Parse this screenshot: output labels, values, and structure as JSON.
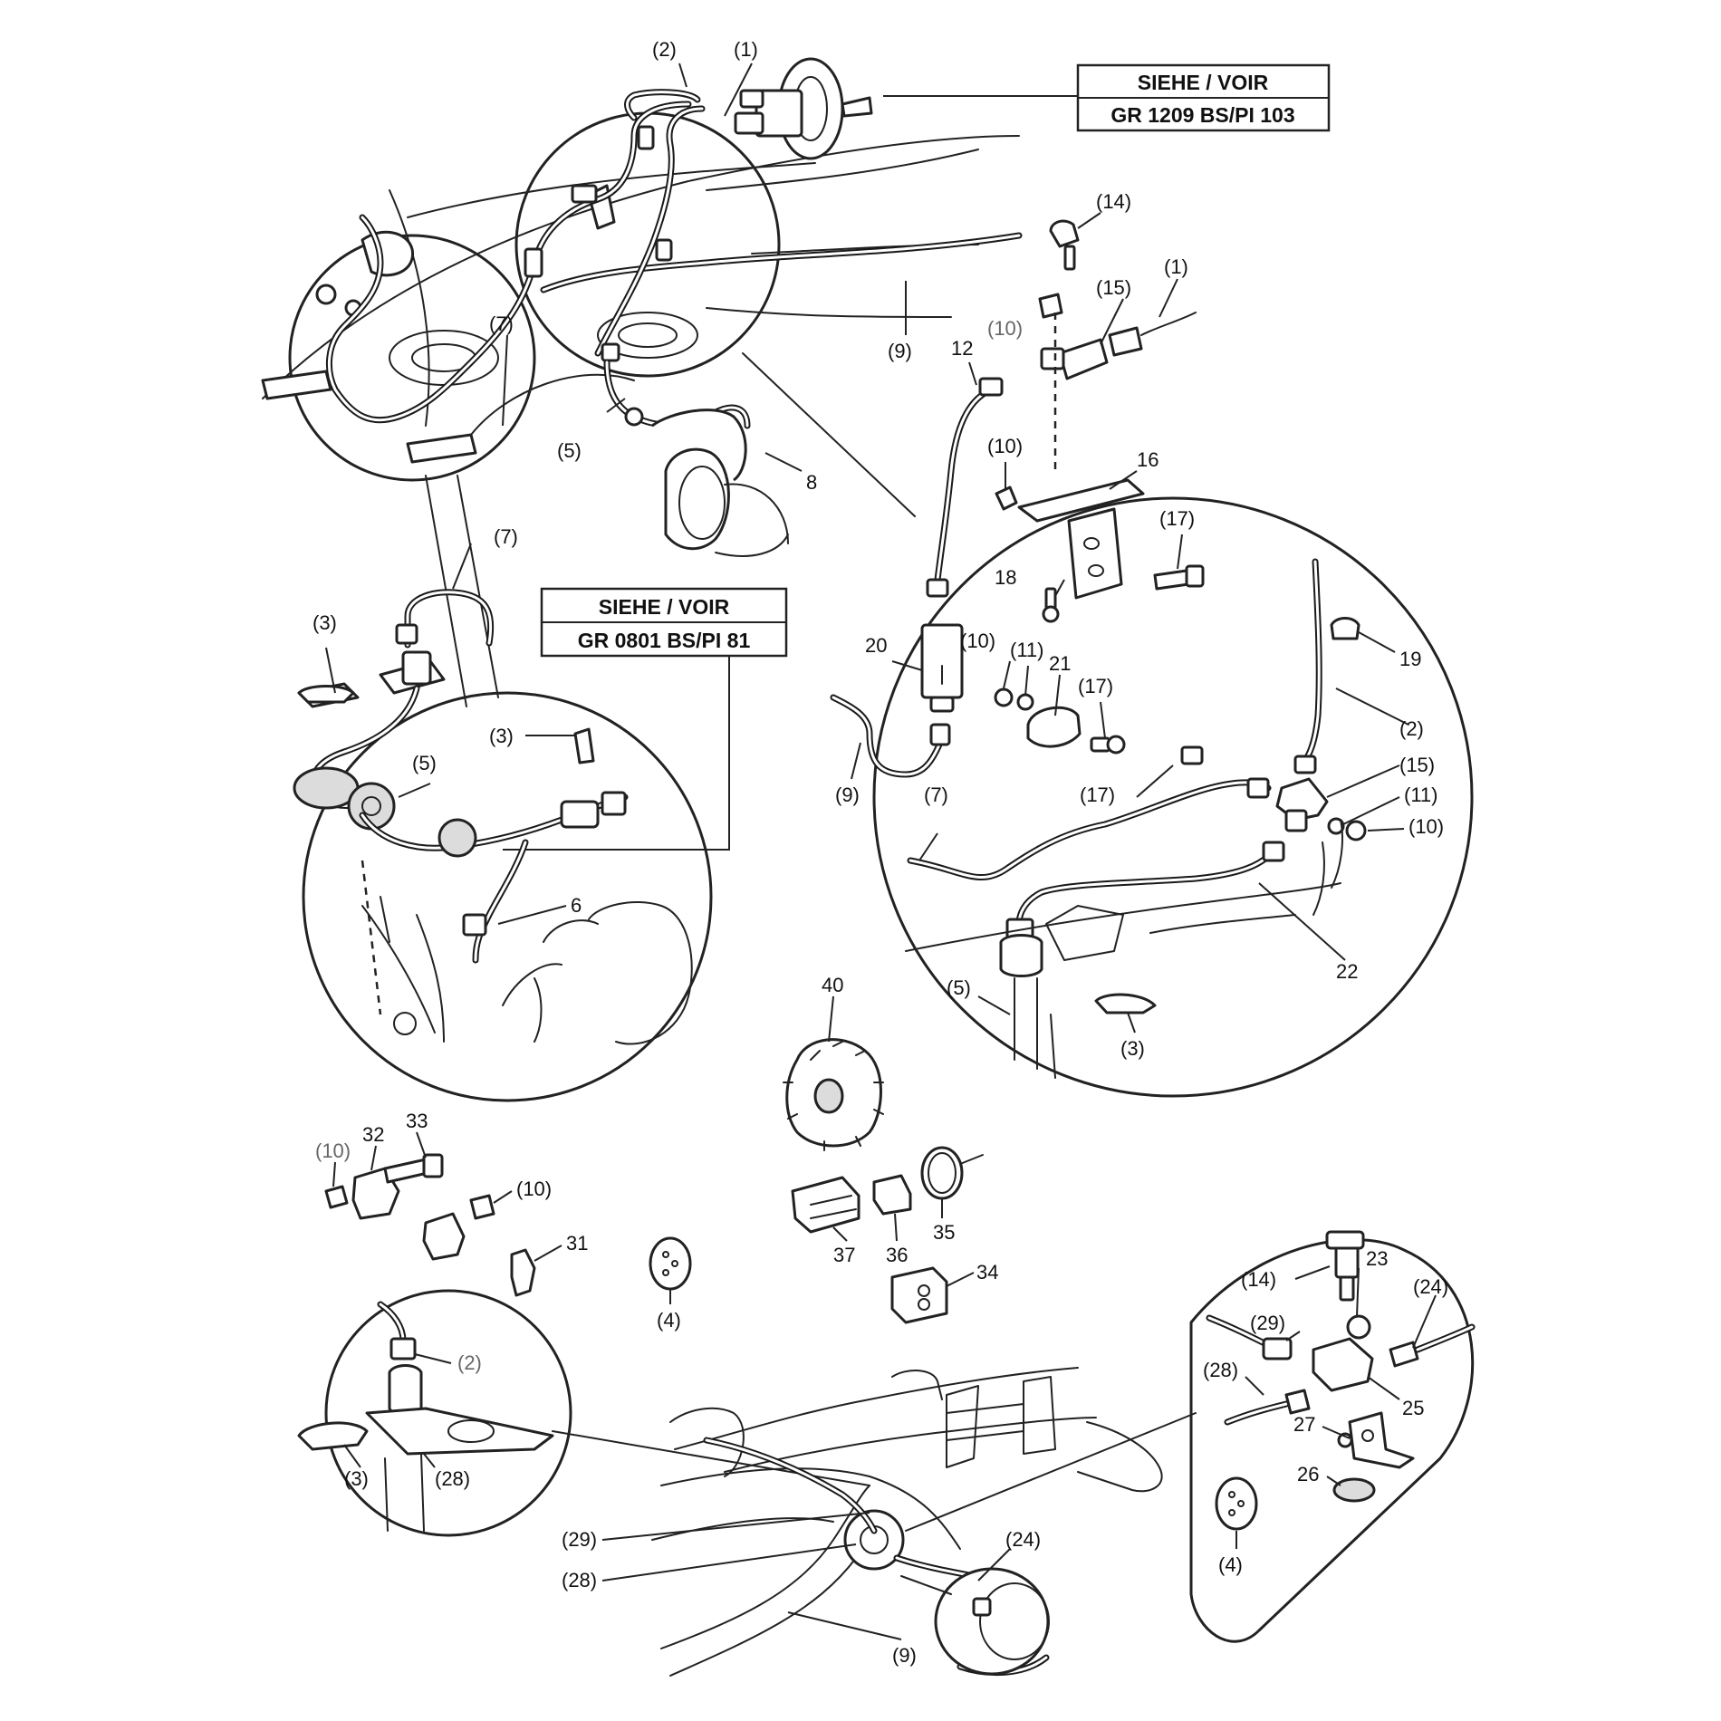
{
  "references": [
    {
      "header": "SIEHE / VOIR",
      "ref": "GR  1209  BS/PI  103"
    },
    {
      "header": "SIEHE / VOIR",
      "ref": "GR  0801  BS/PI  81"
    }
  ],
  "callouts": [
    "(2)",
    "(1)",
    "(14)",
    "(1)",
    "(15)",
    "(10)",
    "(9)",
    "12",
    "(5)",
    "8",
    "(10)",
    "16",
    "(17)",
    "(7)",
    "(7)",
    "18",
    "(3)",
    "(10)",
    "(11)",
    "21",
    "(17)",
    "20",
    "19",
    "(3)",
    "(5)",
    "(2)",
    "(9)",
    "(7)",
    "(17)",
    "(15)",
    "(11)",
    "(10)",
    "6",
    "22",
    "40",
    "(5)",
    "(3)",
    "(10)",
    "32",
    "33",
    "(10)",
    "31",
    "37",
    "36",
    "35",
    "34",
    "(4)",
    "(2)",
    "(14)",
    "23",
    "(24)",
    "(29)",
    "(28)",
    "25",
    "27",
    "26",
    "(4)",
    "(3)",
    "(28)",
    "(29)",
    "(28)",
    "(24)",
    "(9)"
  ],
  "colors": {
    "ink": "#222222",
    "paper": "#ffffff",
    "grey_label": "#666666"
  }
}
